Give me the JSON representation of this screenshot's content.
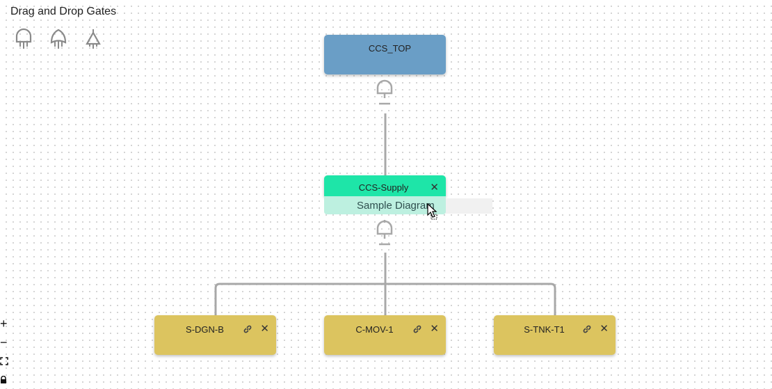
{
  "palette": {
    "title": "Drag and Drop Gates",
    "gates": [
      {
        "name": "and-gate-icon"
      },
      {
        "name": "or-gate-icon"
      },
      {
        "name": "inhibit-gate-icon"
      }
    ]
  },
  "nodes": {
    "top": {
      "label": "CCS_TOP",
      "color": "#6a9ec6"
    },
    "supply": {
      "label": "CCS-Supply",
      "color": "#1ee5a8",
      "edit_value": "Sample Diagram"
    },
    "children": [
      {
        "label": "S-DGN-B",
        "color": "#dcc45f"
      },
      {
        "label": "C-MOV-1",
        "color": "#dcc45f"
      },
      {
        "label": "S-TNK-T1",
        "color": "#dcc45f"
      }
    ]
  },
  "icons": {
    "close": "✕",
    "link": "link-icon"
  },
  "controls": {
    "zoom_in": "+",
    "zoom_out": "−",
    "fit": "⛶",
    "lock": "🔒"
  }
}
